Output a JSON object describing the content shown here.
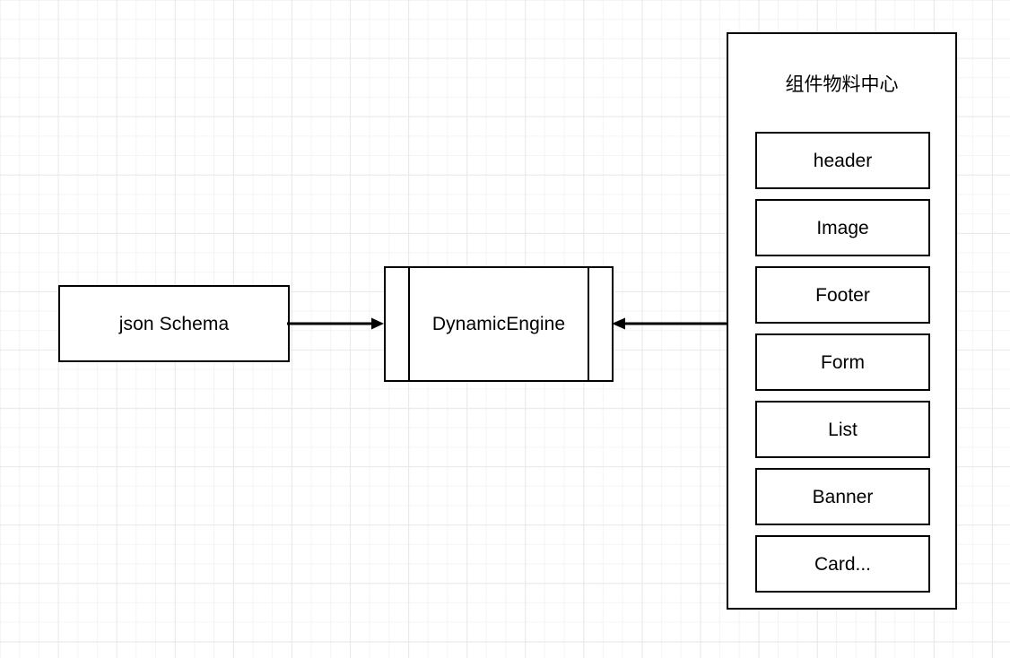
{
  "diagram": {
    "type": "flowchart",
    "background": "#ffffff",
    "grid_color": "#e9e9e9",
    "stroke_color": "#000000",
    "nodes": {
      "json_schema": {
        "label": "json Schema",
        "shape": "rectangle"
      },
      "dynamic_engine": {
        "label": "DynamicEngine",
        "shape": "process"
      },
      "material_center": {
        "title": "组件物料中心",
        "shape": "container",
        "items": [
          {
            "label": "header"
          },
          {
            "label": "Image"
          },
          {
            "label": "Footer"
          },
          {
            "label": "Form"
          },
          {
            "label": "List"
          },
          {
            "label": "Banner"
          },
          {
            "label": "Card..."
          }
        ]
      }
    },
    "edges": [
      {
        "id": "schema-to-engine",
        "from": "json_schema",
        "to": "dynamic_engine",
        "label": "",
        "direction": "right",
        "arrowhead": "end"
      },
      {
        "id": "material-to-engine",
        "from": "material_center",
        "to": "dynamic_engine",
        "label": "",
        "direction": "left",
        "arrowhead": "end"
      }
    ]
  }
}
